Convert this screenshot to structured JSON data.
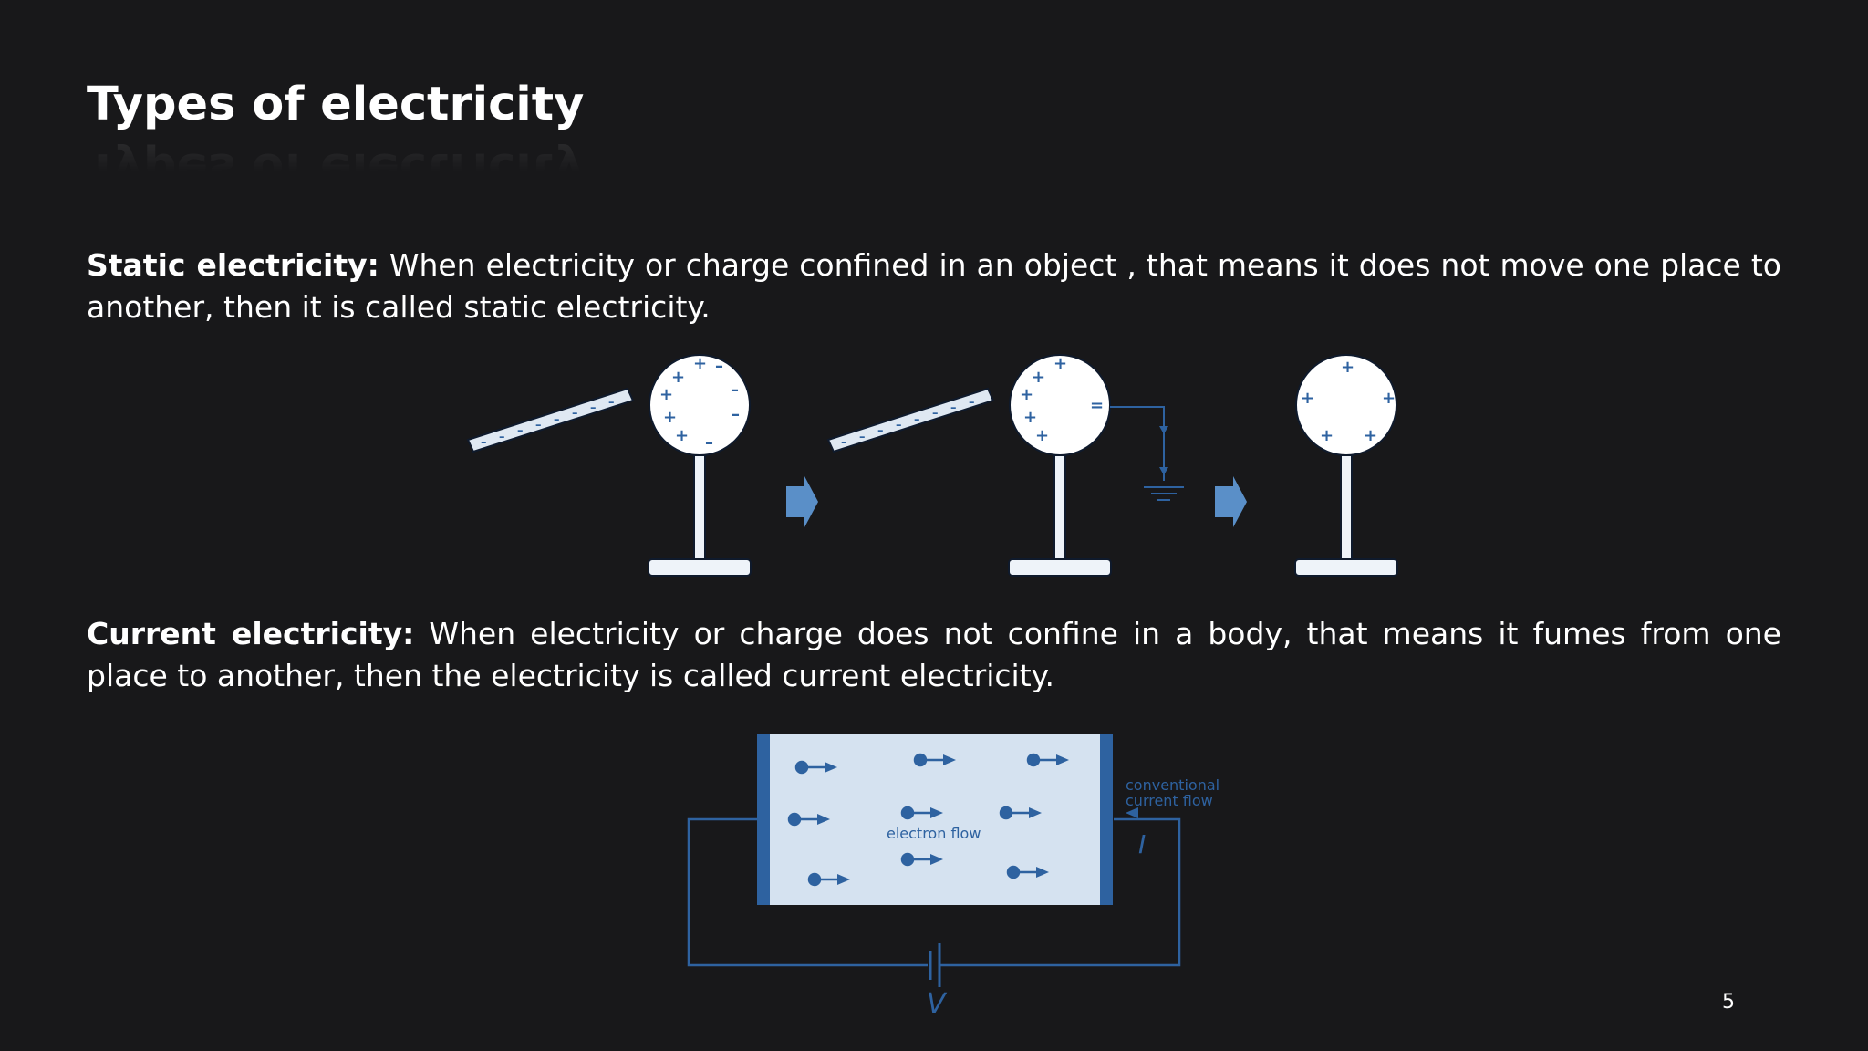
{
  "slide": {
    "title": "Types of electricity",
    "page_number": "5"
  },
  "static": {
    "term": "Static electricity:",
    "definition": " When electricity or charge confined in an object , that means it does not move one place to another, then it is called static electricity."
  },
  "current": {
    "term": "Current electricity:",
    "definition": " When electricity or charge does not confine in a body, that means it fumes from one place to another, then the electricity is called current electricity."
  },
  "current_diagram": {
    "electron_label": "electron flow",
    "conventional_label_line1": "conventional",
    "conventional_label_line2": "current flow",
    "current_symbol": "I",
    "voltage_symbol": "V"
  },
  "colors": {
    "background": "#18181a",
    "text": "#ffffff",
    "diagram_fill": "#d5e2f0",
    "diagram_blue": "#2e62a0",
    "arrow_blue": "#5a8fc8"
  }
}
